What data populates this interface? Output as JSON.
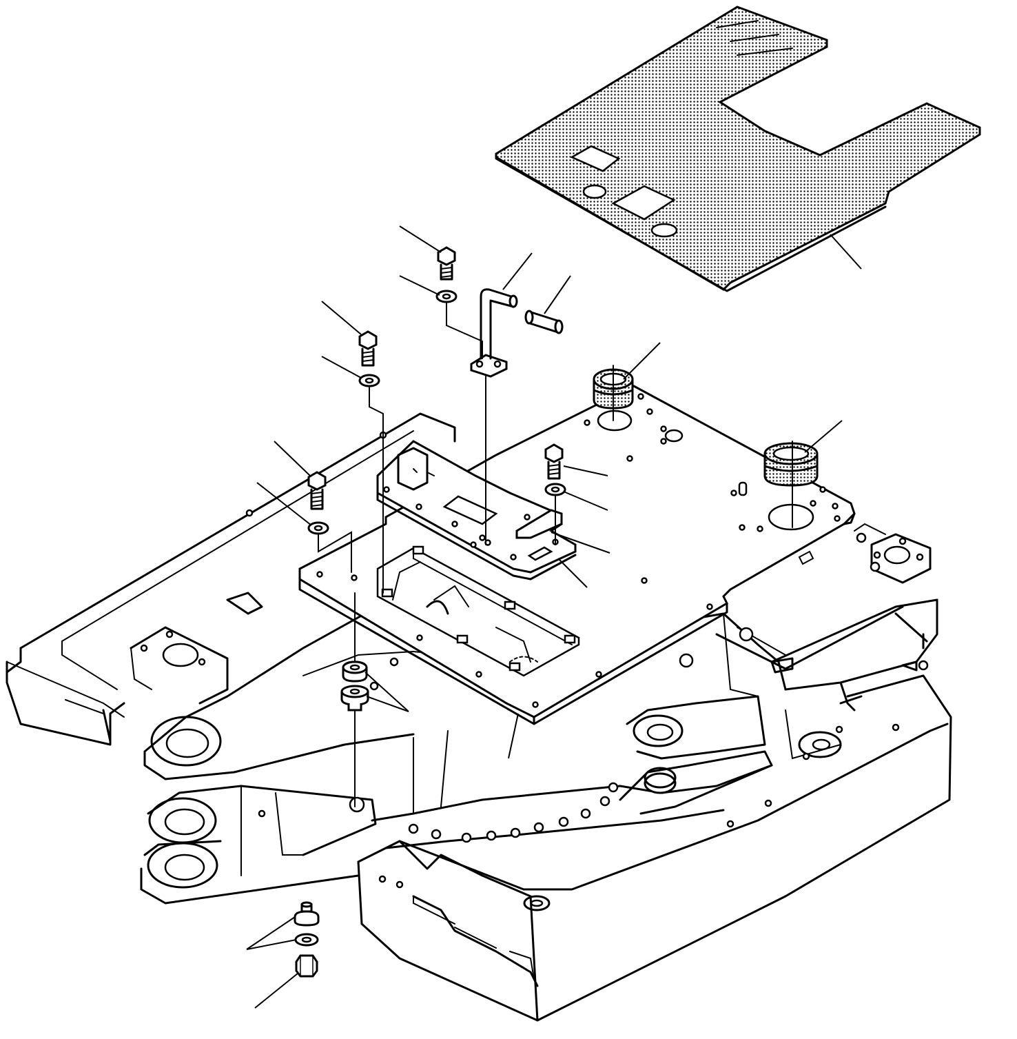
{
  "drawing": {
    "type": "exploded-parts-diagram",
    "parts": [
      {
        "name": "floor-mat",
        "icon": "mat-icon"
      },
      {
        "name": "lock-pin-lever",
        "icon": "l-rod-icon"
      },
      {
        "name": "lever-grip",
        "icon": "cylinder-icon"
      },
      {
        "name": "grommet-front",
        "icon": "grommet-icon"
      },
      {
        "name": "grommet-rear",
        "icon": "grommet-icon"
      },
      {
        "name": "bolt-top",
        "icon": "bolt-icon"
      },
      {
        "name": "washer-top",
        "icon": "washer-icon"
      },
      {
        "name": "bolt-left-upper",
        "icon": "bolt-icon"
      },
      {
        "name": "washer-left-upper",
        "icon": "washer-icon"
      },
      {
        "name": "bolt-left-lower",
        "icon": "bolt-icon"
      },
      {
        "name": "washer-left-lower",
        "icon": "washer-icon"
      },
      {
        "name": "bolt-center",
        "icon": "bolt-icon"
      },
      {
        "name": "washer-center",
        "icon": "washer-icon"
      },
      {
        "name": "cover-plate",
        "icon": "plate-icon"
      },
      {
        "name": "floor-plate",
        "icon": "plate-icon"
      },
      {
        "name": "mount-bushing-upper",
        "icon": "bushing-icon"
      },
      {
        "name": "mount-bushing-lower",
        "icon": "bushing-icon"
      },
      {
        "name": "nut-lower",
        "icon": "nut-icon"
      },
      {
        "name": "revolving-frame",
        "icon": "frame-icon"
      }
    ],
    "colors": {
      "line": "#000000",
      "background": "#ffffff"
    }
  }
}
